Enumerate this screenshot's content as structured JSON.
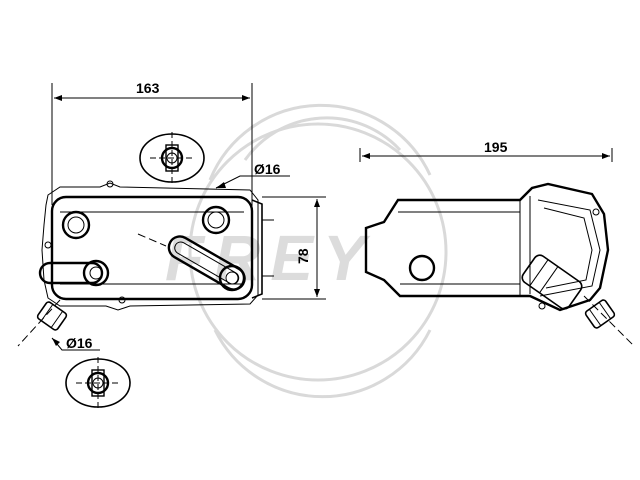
{
  "watermark": {
    "text": "FREY",
    "color": "#d9d9d9"
  },
  "dimensions": {
    "length_left": "163",
    "length_right": "195",
    "height": "78",
    "diameter_top": "Ø16",
    "diameter_bottom": "Ø16"
  },
  "colors": {
    "line": "#000000",
    "background": "#ffffff"
  }
}
